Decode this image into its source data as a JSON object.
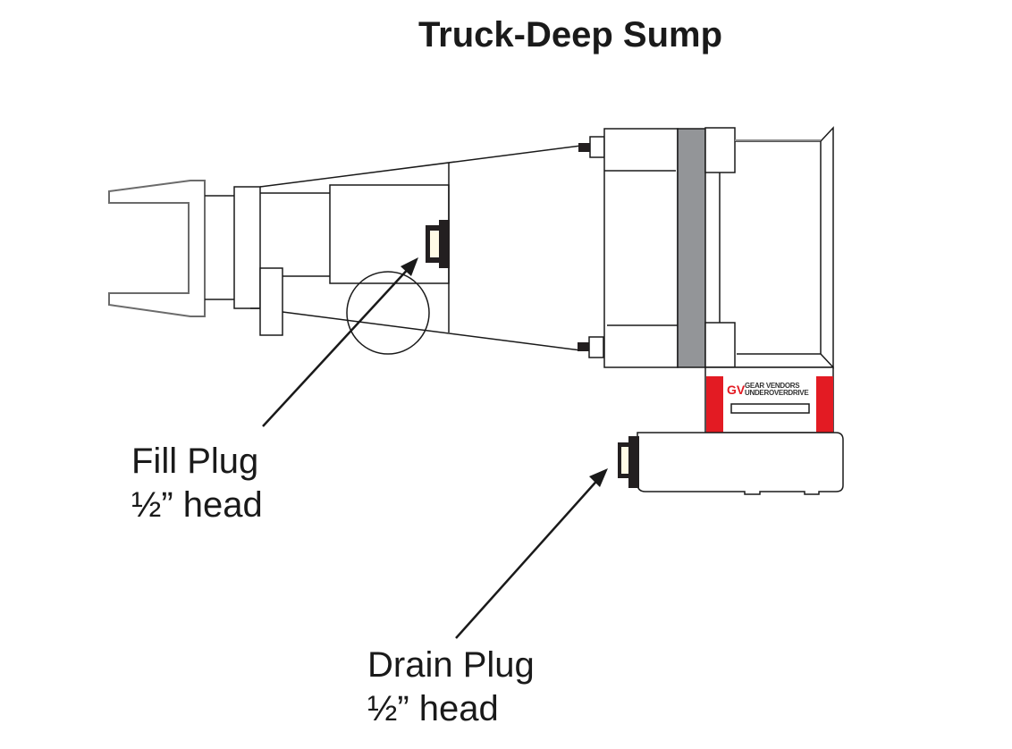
{
  "diagram": {
    "title": "Truck-Deep Sump",
    "callouts": [
      {
        "name": "fill-plug",
        "line1": "Fill Plug",
        "line2": "½” head"
      },
      {
        "name": "drain-plug",
        "line1": "Drain Plug",
        "line2": "½” head"
      }
    ],
    "logo": {
      "mark": "GV",
      "line1": "GEAR VENDORS",
      "line2": "UNDEROVERDRIVE"
    },
    "colors": {
      "line": "#1a1a1a",
      "adapter_band": "#939598",
      "logo_red": "#e31b23",
      "plug_body": "#231f20",
      "plug_face": "#fffbe6",
      "yoke": "#6b6b6b"
    }
  }
}
